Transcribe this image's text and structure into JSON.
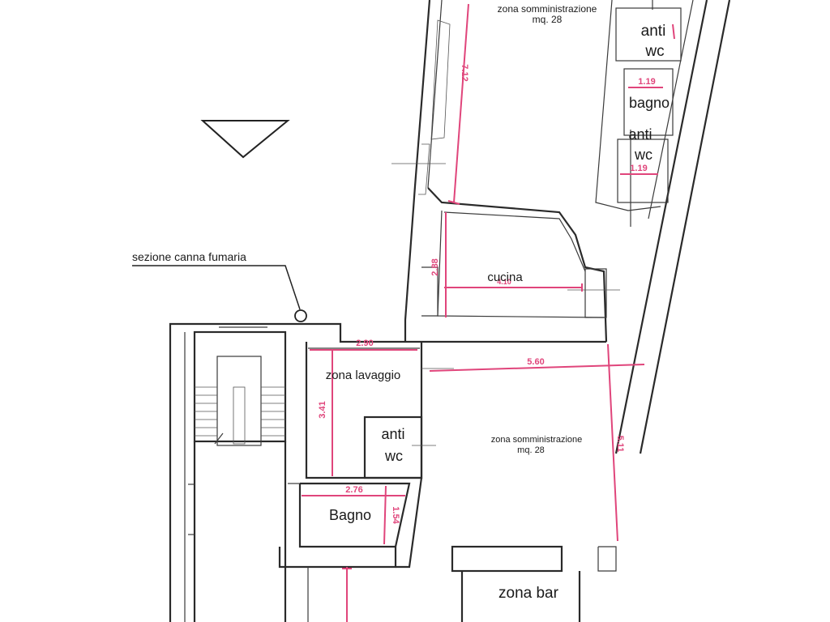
{
  "labels": {
    "zona_somm_top": "zona somministrazione",
    "mq_top": "mq. 28",
    "anti_top": "anti",
    "wc_top": "wc",
    "bagno_top": "bagno",
    "anti_mid": "anti",
    "wc_mid": "wc",
    "cucina": "cucina",
    "sezione": "sezione canna fumaria",
    "zona_lavaggio": "zona lavaggio",
    "anti_low": "anti",
    "wc_low": "wc",
    "zona_somm_bottom": "zona somministrazione",
    "mq_bottom": "mq. 28",
    "bagno_low": "Bagno",
    "zona_bar": "zona bar"
  },
  "dimensions": {
    "d_712": "7.12",
    "d_119a": "1.19",
    "d_119b": "1.19",
    "d_288": "2.88",
    "d_410": "4.10",
    "d_290": "2.90",
    "d_560": "5.60",
    "d_341": "3.41",
    "d_511": "5.11",
    "d_276": "2.76",
    "d_154": "1.54"
  }
}
